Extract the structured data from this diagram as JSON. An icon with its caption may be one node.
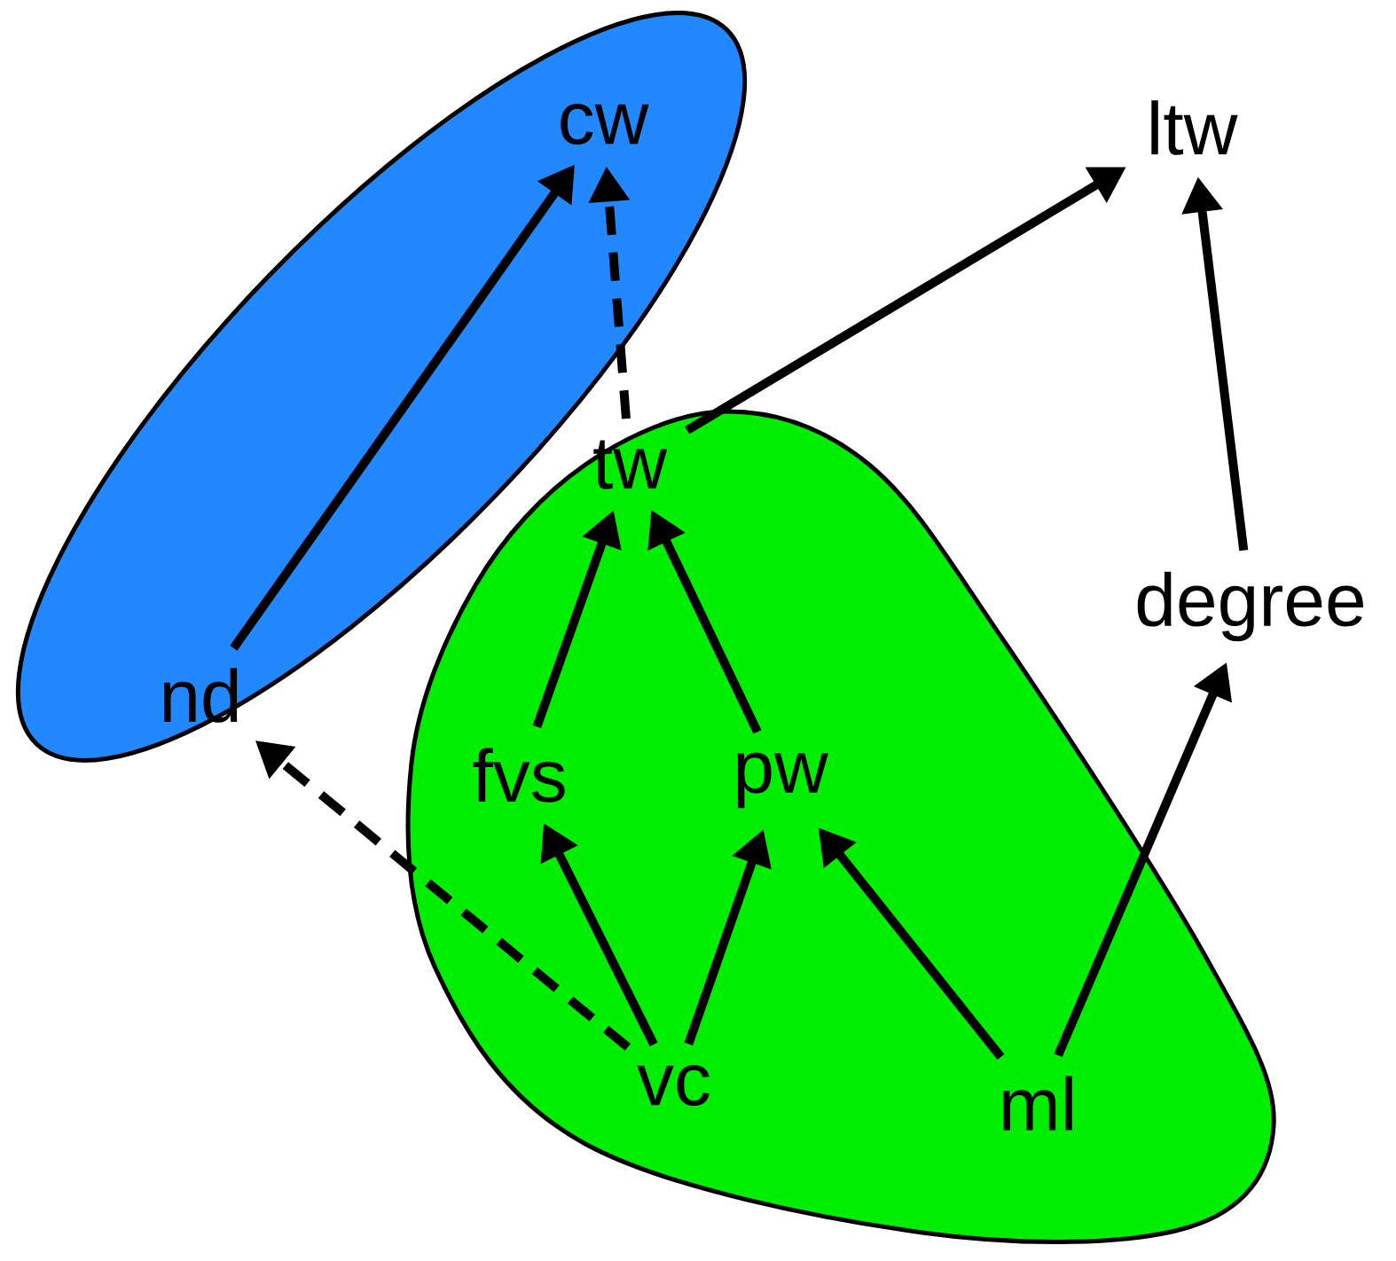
{
  "diagram": {
    "nodes": [
      {
        "text": [],
        "shape": "ellipse"
      },
      {
        "text": [
          "cw"
        ],
        "in": 0
      },
      {
        "text": [
          "nd"
        ],
        "in": 0
      },
      {
        "text": [],
        "shape": "blob"
      },
      {
        "text": [
          "tw"
        ],
        "in": 3
      },
      {
        "text": [
          "fvs"
        ],
        "in": 3
      },
      {
        "text": [
          "pw"
        ],
        "in": 3
      },
      {
        "text": [
          "vc"
        ],
        "in": 3
      },
      {
        "text": [
          "ml"
        ],
        "in": 3
      },
      {
        "text": [
          "ltw"
        ]
      },
      {
        "text": [
          "degree"
        ]
      }
    ],
    "edges": [
      {
        "from": 2,
        "to": 1,
        "arrow": "to"
      },
      {
        "from": 4,
        "to": 1,
        "arrow": "to",
        "style": "dashed"
      },
      {
        "from": 4,
        "to": 9,
        "arrow": "to"
      },
      {
        "from": 10,
        "to": 9,
        "arrow": "to"
      },
      {
        "from": 5,
        "to": 4,
        "arrow": "to"
      },
      {
        "from": 6,
        "to": 4,
        "arrow": "to"
      },
      {
        "from": 7,
        "to": 5,
        "arrow": "to"
      },
      {
        "from": 7,
        "to": 6,
        "arrow": "to"
      },
      {
        "from": 8,
        "to": 6,
        "arrow": "to"
      },
      {
        "from": 8,
        "to": 10,
        "arrow": "to"
      },
      {
        "from": 7,
        "to": 2,
        "arrow": "to",
        "style": "dashed"
      }
    ]
  }
}
